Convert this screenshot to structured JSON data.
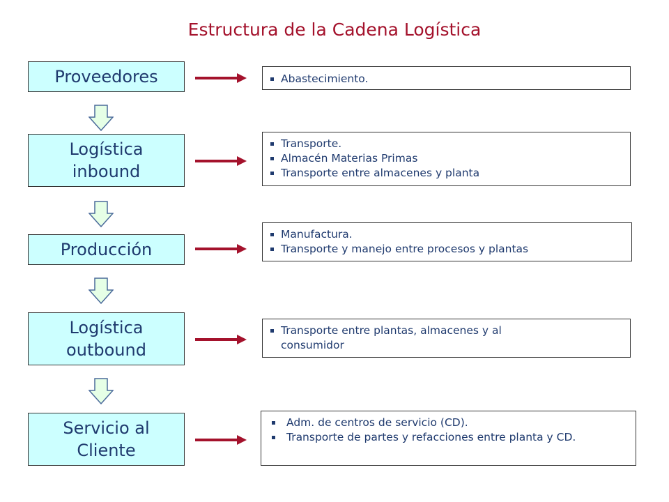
{
  "title": "Estructura de la Cadena Logística",
  "stages": [
    {
      "label": "Proveedores",
      "items": [
        "Abastecimiento."
      ]
    },
    {
      "label": "Logística\ninbound",
      "items": [
        "Transporte.",
        "Almacén Materias Primas",
        "Transporte entre almacenes y planta"
      ]
    },
    {
      "label": "Producción",
      "items": [
        "Manufactura.",
        "Transporte y manejo entre procesos y plantas"
      ]
    },
    {
      "label": "Logística\noutbound",
      "items": [
        "Transporte entre plantas, almacenes y al consumidor"
      ]
    },
    {
      "label": "Servicio al\nCliente",
      "items": [
        "Adm. de centros de servicio (CD).",
        "Transporte de partes y refacciones entre planta y CD."
      ]
    }
  ],
  "colors": {
    "title": "#a4122c",
    "stage_fill": "#ccffff",
    "text": "#1f3a6e",
    "arrow_red": "#a4122c",
    "down_arrow_fill": "#e6ffe6"
  }
}
